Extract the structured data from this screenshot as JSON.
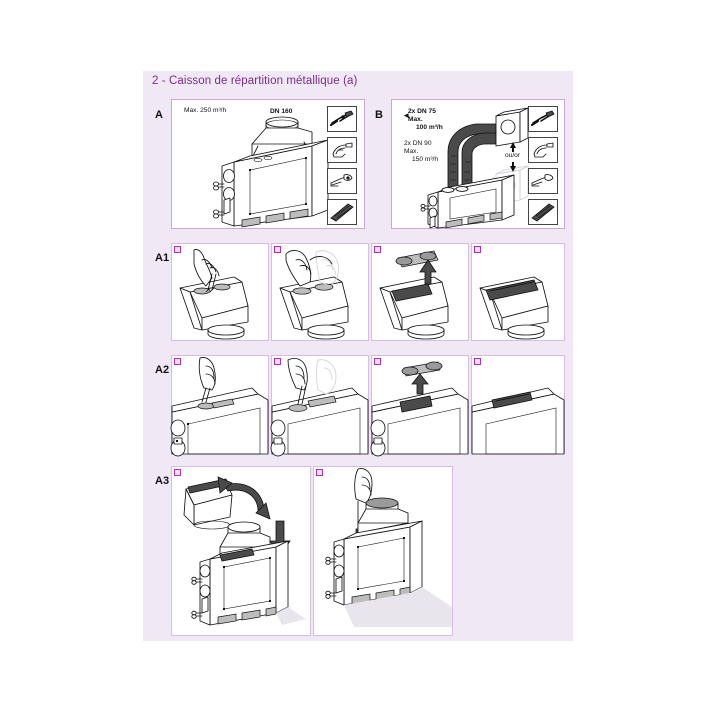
{
  "document": {
    "title": "2 - Caisson de répartition métallique (a)",
    "accent_color": "#7a2a86",
    "panel_bg": "#f0e9f5",
    "border_color": "#c9a7d6"
  },
  "rows": [
    {
      "id": "row-ab",
      "panels": [
        {
          "label": "A",
          "captions": [
            {
              "name": "max-flow",
              "text": "Max. 250 m³/h"
            },
            {
              "name": "duct-size",
              "text": "DN 160"
            }
          ],
          "tools": [
            "pliers-icon",
            "hand-knife-icon",
            "hand-screwdriver-icon",
            "file-rasp-icon"
          ]
        },
        {
          "label": "B",
          "captions": [
            {
              "name": "duct-spec-75-line1",
              "text": "2x DN 75"
            },
            {
              "name": "duct-spec-75-line2",
              "text": "Max."
            },
            {
              "name": "duct-spec-75-line3",
              "text": "100 m³/h"
            },
            {
              "name": "duct-spec-90-line1",
              "text": "2x DN 90"
            },
            {
              "name": "duct-spec-90-line2",
              "text": "Max."
            },
            {
              "name": "duct-spec-90-line3",
              "text": "150 m³/h"
            },
            {
              "name": "alternative-label",
              "text": "ou/or"
            }
          ],
          "tools": [
            "pliers-icon",
            "hand-knife-icon",
            "hand-screwdriver-icon",
            "file-rasp-icon"
          ]
        }
      ]
    },
    {
      "id": "row-a1",
      "label": "A1",
      "step_count": 4
    },
    {
      "id": "row-a2",
      "label": "A2",
      "step_count": 4
    },
    {
      "id": "row-a3",
      "label": "A3",
      "step_count": 2
    }
  ]
}
